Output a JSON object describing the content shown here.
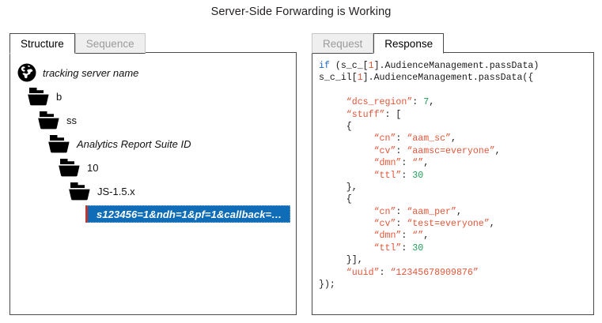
{
  "page": {
    "title": "Server-Side Forwarding is Working"
  },
  "left_panel": {
    "tabs": [
      {
        "label": "Structure",
        "active": true
      },
      {
        "label": "Sequence",
        "active": false
      }
    ],
    "tree": [
      {
        "icon": "globe-icon",
        "label": "tracking server name",
        "italic": true,
        "indent": 0
      },
      {
        "icon": "folder-icon",
        "label": "b",
        "italic": false,
        "indent": 1
      },
      {
        "icon": "folder-icon",
        "label": "ss",
        "italic": false,
        "indent": 2
      },
      {
        "icon": "folder-icon",
        "label": "Analytics Report Suite ID",
        "italic": true,
        "indent": 3
      },
      {
        "icon": "folder-icon",
        "label": "10",
        "italic": false,
        "indent": 4
      },
      {
        "icon": "folder-icon",
        "label": "JS-1.5.x",
        "italic": false,
        "indent": 5
      }
    ],
    "selected_leaf": {
      "label": "s123456=1&ndh=1&pf=1&callback=…",
      "selection_color": "#0f6cb6",
      "accent_color": "#c2362a"
    }
  },
  "right_panel": {
    "tabs": [
      {
        "label": "Request",
        "active": false
      },
      {
        "label": "Response",
        "active": true
      }
    ],
    "code": {
      "language": "javascript",
      "colors": {
        "keyword": "#1f68c4",
        "string": "#e2573a",
        "number": "#1f9d55",
        "plain": "#1a1a1a"
      },
      "lines": [
        [
          {
            "t": "if",
            "c": "kw"
          },
          {
            "t": " (s_c_[",
            "c": "pun"
          },
          {
            "t": "1",
            "c": "str"
          },
          {
            "t": "].AudienceManagement.passData)",
            "c": "pun"
          }
        ],
        [
          {
            "t": "s_c_il[",
            "c": "pun"
          },
          {
            "t": "1",
            "c": "str"
          },
          {
            "t": "].AudienceManagement.passData({",
            "c": "pun"
          }
        ],
        [
          {
            "t": "",
            "c": "pun"
          }
        ],
        [
          {
            "t": "     ",
            "c": "pun"
          },
          {
            "t": "“dcs_region”",
            "c": "str"
          },
          {
            "t": ": ",
            "c": "pun"
          },
          {
            "t": "7",
            "c": "num"
          },
          {
            "t": ",",
            "c": "pun"
          }
        ],
        [
          {
            "t": "     ",
            "c": "pun"
          },
          {
            "t": "“stuff”",
            "c": "str"
          },
          {
            "t": ": [",
            "c": "pun"
          }
        ],
        [
          {
            "t": "     {",
            "c": "pun"
          }
        ],
        [
          {
            "t": "          ",
            "c": "pun"
          },
          {
            "t": "“cn”",
            "c": "str"
          },
          {
            "t": ": ",
            "c": "pun"
          },
          {
            "t": "“aam_sc”",
            "c": "str"
          },
          {
            "t": ",",
            "c": "pun"
          }
        ],
        [
          {
            "t": "          ",
            "c": "pun"
          },
          {
            "t": "“cv”",
            "c": "str"
          },
          {
            "t": ": ",
            "c": "pun"
          },
          {
            "t": "“aamsc=everyone”",
            "c": "str"
          },
          {
            "t": ",",
            "c": "pun"
          }
        ],
        [
          {
            "t": "          ",
            "c": "pun"
          },
          {
            "t": "“dmn”",
            "c": "str"
          },
          {
            "t": ": ",
            "c": "pun"
          },
          {
            "t": "“”",
            "c": "str"
          },
          {
            "t": ",",
            "c": "pun"
          }
        ],
        [
          {
            "t": "          ",
            "c": "pun"
          },
          {
            "t": "“ttl”",
            "c": "str"
          },
          {
            "t": ": ",
            "c": "pun"
          },
          {
            "t": "30",
            "c": "num"
          }
        ],
        [
          {
            "t": "     },",
            "c": "pun"
          }
        ],
        [
          {
            "t": "     {",
            "c": "pun"
          }
        ],
        [
          {
            "t": "          ",
            "c": "pun"
          },
          {
            "t": "“cn”",
            "c": "str"
          },
          {
            "t": ": ",
            "c": "pun"
          },
          {
            "t": "“aam_per”",
            "c": "str"
          },
          {
            "t": ",",
            "c": "pun"
          }
        ],
        [
          {
            "t": "          ",
            "c": "pun"
          },
          {
            "t": "“cv”",
            "c": "str"
          },
          {
            "t": ": ",
            "c": "pun"
          },
          {
            "t": "“test=everyone”",
            "c": "str"
          },
          {
            "t": ",",
            "c": "pun"
          }
        ],
        [
          {
            "t": "          ",
            "c": "pun"
          },
          {
            "t": "“dmn”",
            "c": "str"
          },
          {
            "t": ": ",
            "c": "pun"
          },
          {
            "t": "“”",
            "c": "str"
          },
          {
            "t": ",",
            "c": "pun"
          }
        ],
        [
          {
            "t": "          ",
            "c": "pun"
          },
          {
            "t": "“ttl”",
            "c": "str"
          },
          {
            "t": ": ",
            "c": "pun"
          },
          {
            "t": "30",
            "c": "num"
          }
        ],
        [
          {
            "t": "     }],",
            "c": "pun"
          }
        ],
        [
          {
            "t": "     ",
            "c": "pun"
          },
          {
            "t": "“uuid”",
            "c": "str"
          },
          {
            "t": ": ",
            "c": "pun"
          },
          {
            "t": "“12345678909876”",
            "c": "str"
          }
        ],
        [
          {
            "t": "});",
            "c": "pun"
          }
        ]
      ]
    }
  }
}
